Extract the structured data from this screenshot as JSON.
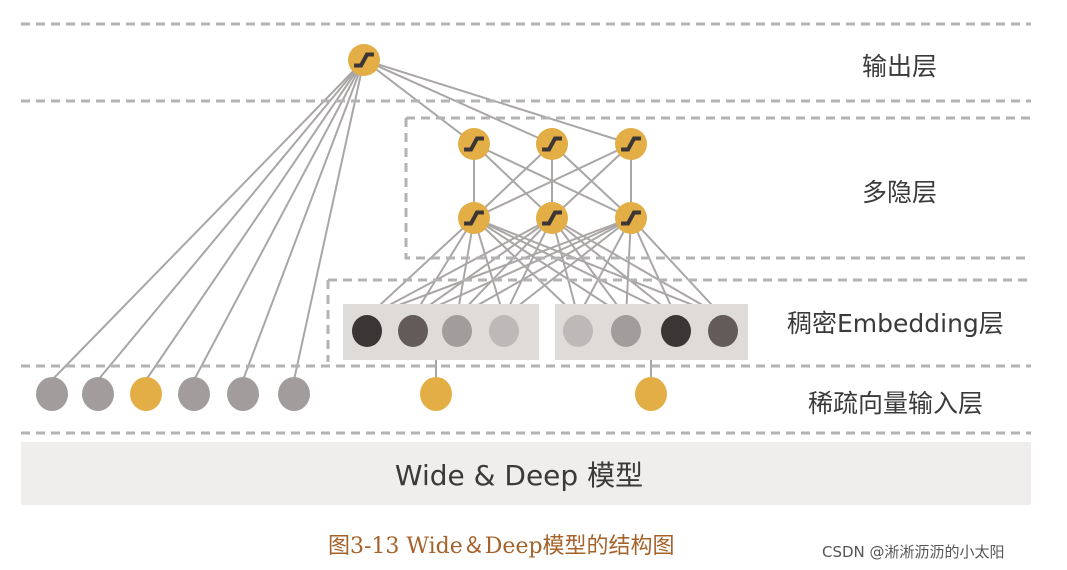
{
  "diagram": {
    "banner": "Wide & Deep 模型",
    "layers": {
      "output": "输出层",
      "hidden": "多隐层",
      "embedding": "稠密Embedding层",
      "input": "稀疏向量输入层"
    }
  },
  "caption": "图3-13 Wide＆Deep模型的结构图",
  "watermark": "CSDN @淅淅沥沥的小太阳",
  "colors": {
    "gold": "#e2ae45",
    "grey": "#a29d9c",
    "dark": "#3b3535",
    "mid_dark": "#625b5a",
    "light": "#bdb9b8",
    "line": "#a9a6a5",
    "dash": "#b3b3b3",
    "panel": "#dedbd9",
    "banner": "#f0eeec",
    "caption": "#a5622a"
  },
  "nodes": {
    "wide_inputs": [
      "grey",
      "grey",
      "gold",
      "grey",
      "grey",
      "grey"
    ],
    "sparse_inputs": [
      "gold",
      "gold"
    ],
    "embedding_left": [
      "dark",
      "mid_dark",
      "grey",
      "light"
    ],
    "embedding_right": [
      "light",
      "grey",
      "dark",
      "mid_dark"
    ]
  }
}
